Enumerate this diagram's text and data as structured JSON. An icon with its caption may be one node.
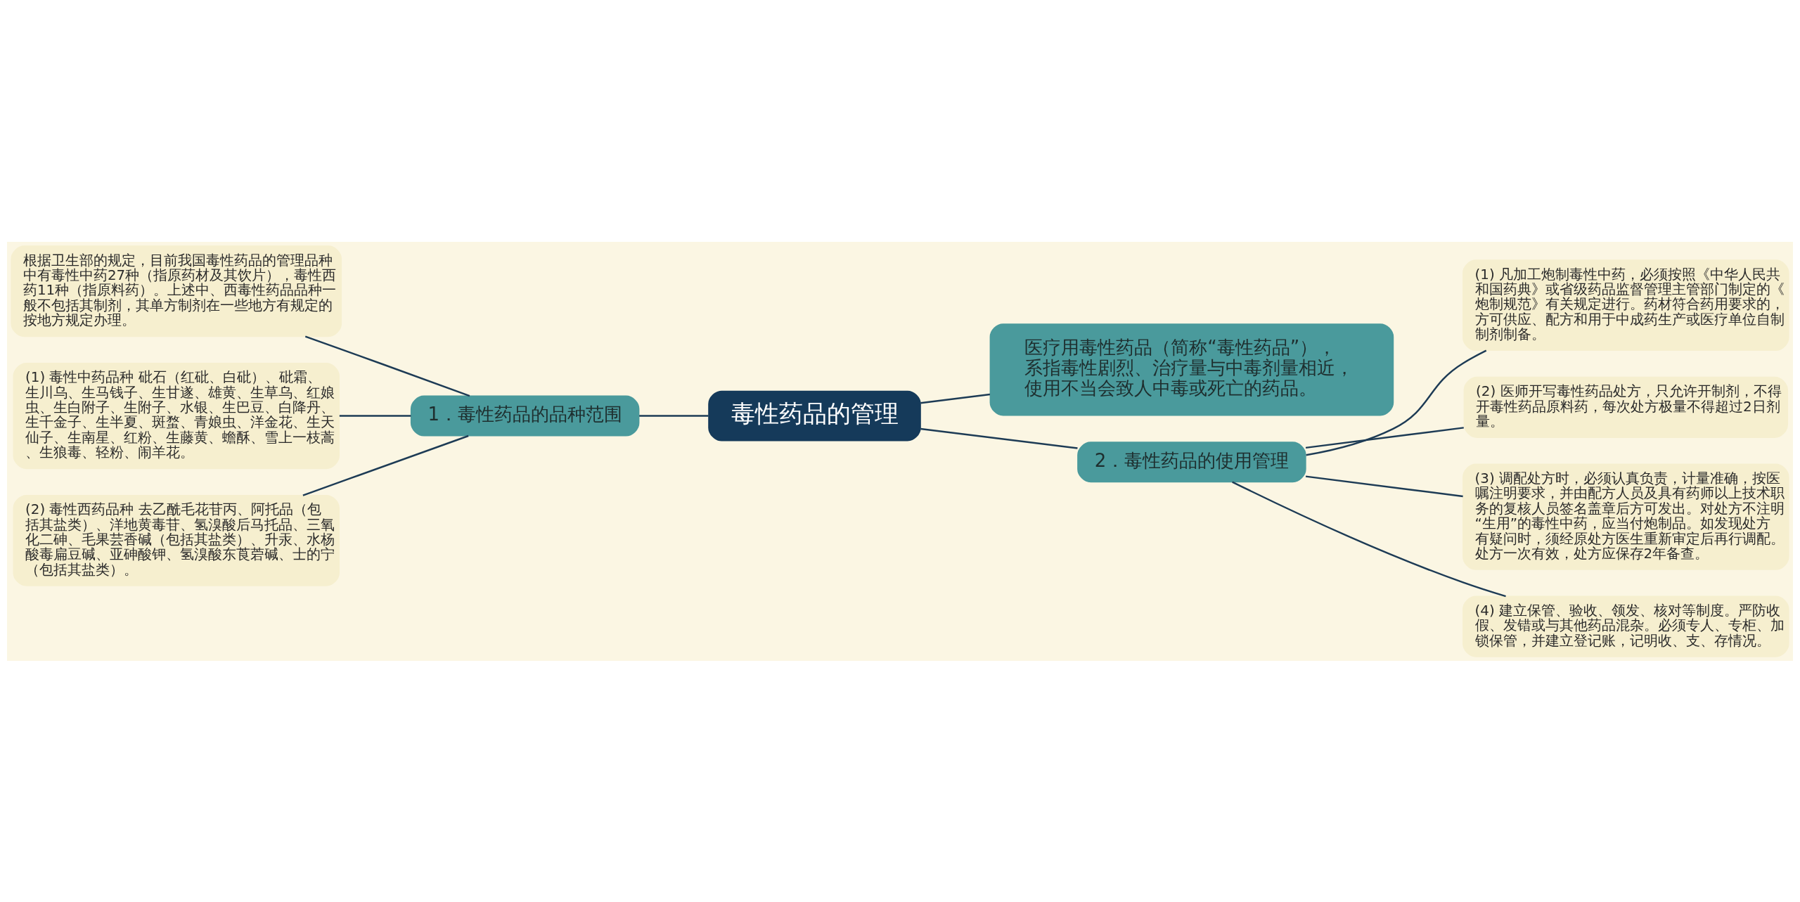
{
  "diagram": {
    "nodes": [
      {
        "text": [
          "毒性药品的管理"
        ]
      },
      {
        "text": [
          "医疗用毒性药品（简称“毒性药品”），系指毒性剧烈、治疗量与中毒剂量相近，使用不当会致人中毒或死亡的药品。"
        ]
      },
      {
        "text": [
          "1．毒性药品的品种范围"
        ]
      },
      {
        "text": [
          "根据卫生部的规定，目前我国毒性药品的管理品种中有毒性中药27种（指原药材及其饮片），毒性西药11种（指原料药）。上述中、西毒性药品品种一般不包括其制剂，其单方制剂在一些地方有规定的按地方规定办理。"
        ]
      },
      {
        "text": [
          "(1) 毒性中药品种 砒石（红砒、白砒）、砒霜、生川乌、生马钱子、生甘遂、雄黄、生草乌、红娘虫、生白附子、生附子、水银、生巴豆、白降丹、生千金子、生半夏、斑蝥、青娘虫、洋金花、生天仙子、生南星、红粉、生藤黄、蟾酥、雪上一枝蒿、生狼毒、轻粉、闹羊花。"
        ]
      },
      {
        "text": [
          "(2) 毒性西药品种 去乙酰毛花苷丙、阿托品（包括其盐类）、洋地黄毒苷、氢溴酸后马托品、三氧化二砷、毛果芸香碱（包括其盐类）、升汞、水杨酸毒扁豆碱、亚砷酸钾、氢溴酸东莨菪碱、士的宁（包括其盐类）。"
        ]
      },
      {
        "text": [
          "2．毒性药品的使用管理"
        ]
      },
      {
        "text": [
          "(1) 凡加工炮制毒性中药，必须按照《中华人民共和国药典》或省级药品监督管理主管部门制定的《炮制规范》有关规定进行。药材符合药用要求的，方可供应、配方和用于中成药生产或医疗单位自制制剂制备。"
        ]
      },
      {
        "text": [
          "(2) 医师开写毒性药品处方，只允许开制剂，不得开毒性药品原料药，每次处方极量不得超过2日剂量。"
        ]
      },
      {
        "text": [
          "(3) 调配处方时，必须认真负责，计量准确，按医嘱注明要求，并由配方人员及具有药师以上技术职务的复核人员签名盖章后方可发出。对处方不注明“生用”的毒性中药，应当付炮制品。如发现处方有疑问时，须经原处方医生重新审定后再行调配。处方一次有效，处方应保存2年备查。"
        ]
      },
      {
        "text": [
          "(4) 建立保管、验收、领发、核对等制度。严防收假、发错或与其他药品混杂。必须专人、专柜、加锁保管，并建立登记账，记明收、支、存情况。"
        ]
      }
    ],
    "edges": [
      {
        "from": 0,
        "to": 1,
        "arrow": "none"
      },
      {
        "from": 0,
        "to": 2,
        "arrow": "none"
      },
      {
        "from": 2,
        "to": 3,
        "arrow": "none"
      },
      {
        "from": 2,
        "to": 4,
        "arrow": "none"
      },
      {
        "from": 2,
        "to": 5,
        "arrow": "none"
      },
      {
        "from": 0,
        "to": 6,
        "arrow": "none"
      },
      {
        "from": 6,
        "to": 7,
        "arrow": "none"
      },
      {
        "from": 6,
        "to": 8,
        "arrow": "none"
      },
      {
        "from": 6,
        "to": 9,
        "arrow": "none"
      },
      {
        "from": 6,
        "to": 10,
        "arrow": "none"
      }
    ]
  }
}
